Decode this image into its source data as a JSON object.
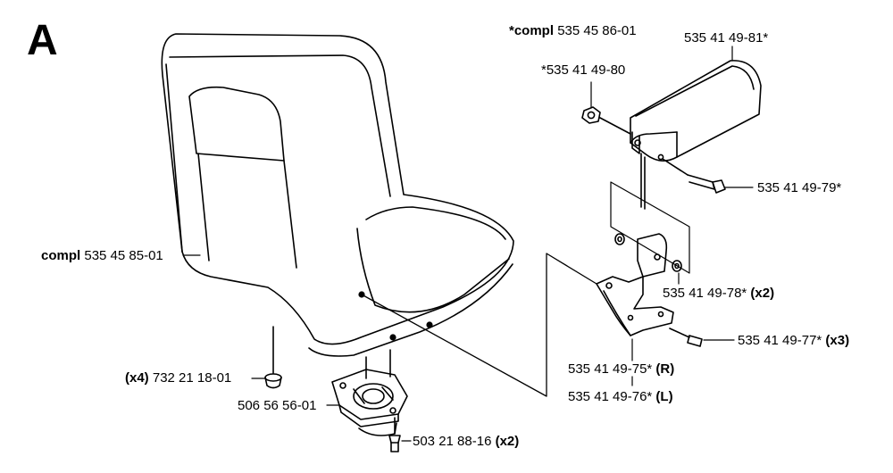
{
  "section": "A",
  "labels": {
    "armrest_kit": {
      "prefix": "*compl",
      "number": "535 45 86-01"
    },
    "armrest_pad": {
      "number": "535 41 49-81*"
    },
    "nut": {
      "number": "*535 41 49-80"
    },
    "armrest_bolt": {
      "number": "535 41 49-79*"
    },
    "seat_complete": {
      "prefix": "compl",
      "number": "535 45 85-01"
    },
    "washer": {
      "number": "535 41 49-78*",
      "qty": "(x2)"
    },
    "bracket_screw": {
      "number": "535 41 49-77*",
      "qty": "(x3)"
    },
    "bracket_right": {
      "number": "535 41 49-75*",
      "side": "(R)"
    },
    "bracket_left": {
      "number": "535 41 49-76*",
      "side": "(L)"
    },
    "bumper": {
      "qty": "(x4)",
      "number": "732 21 18-01"
    },
    "swivel_plate": {
      "number": "506 56 56-01"
    },
    "plate_screw": {
      "number": "503 21 88-16",
      "qty": "(x2)"
    }
  }
}
